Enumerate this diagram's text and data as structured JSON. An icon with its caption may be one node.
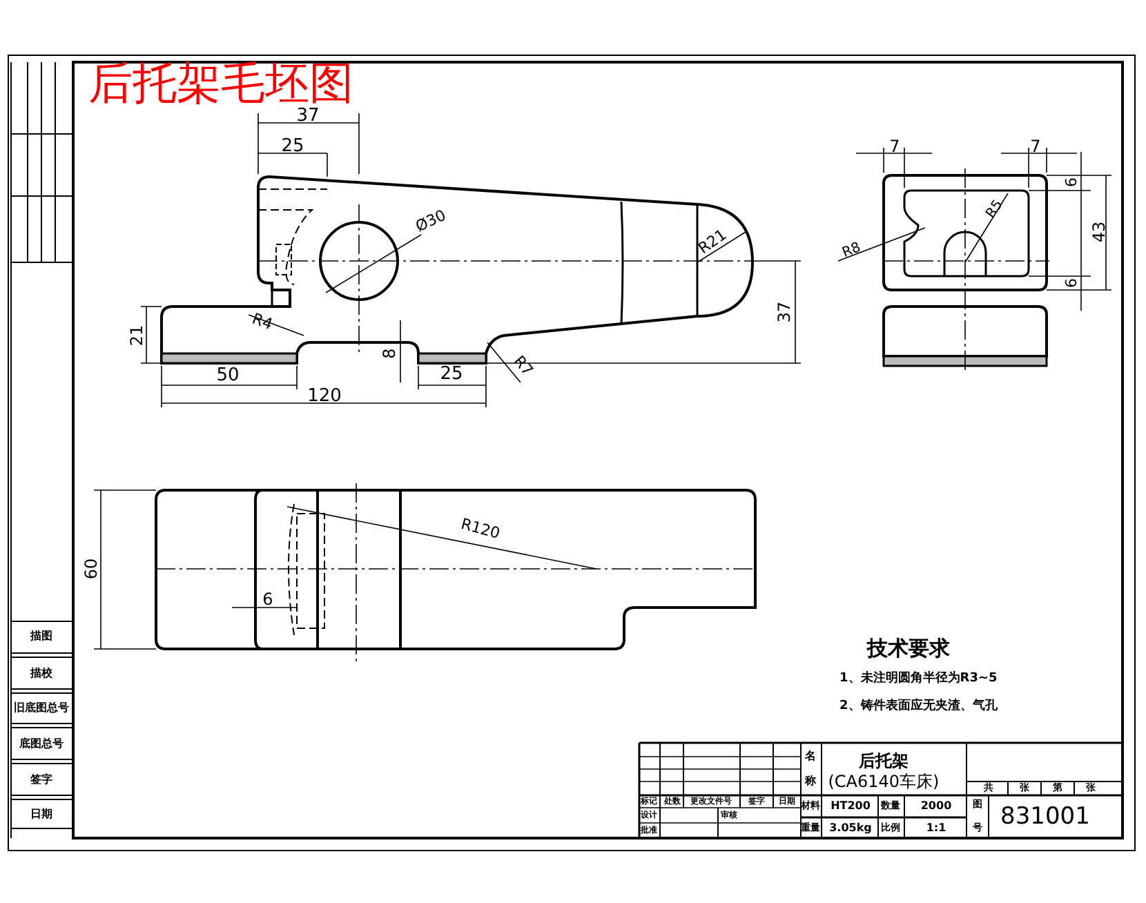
{
  "diagram": {
    "title": "后托架毛坯图",
    "labels": [
      "37",
      "25",
      "7",
      "7",
      "6",
      "43",
      "6",
      "R5",
      "R8",
      "Ø30",
      "R21",
      "21",
      "R4",
      "8",
      "37",
      "R7",
      "50",
      "25",
      "120",
      "R120",
      "60",
      "6",
      "技术要求",
      "1、未注明圆角半径为R3~5",
      "2、铸件表面应无夹渣、气孔",
      "名",
      "称",
      "后托架",
      "(CA6140车床)",
      "标记",
      "处数",
      "更改文件号",
      "签字",
      "日期",
      "设计",
      "审核",
      "批准",
      "材料",
      "HT200",
      "数量",
      "2000",
      "重量",
      "3.05kg",
      "比例",
      "1:1",
      "图",
      "号",
      "831001",
      "共",
      "张",
      "第",
      "张",
      "描图",
      "描校",
      "旧底图总号",
      "底图总号",
      "签字",
      "日期"
    ]
  }
}
